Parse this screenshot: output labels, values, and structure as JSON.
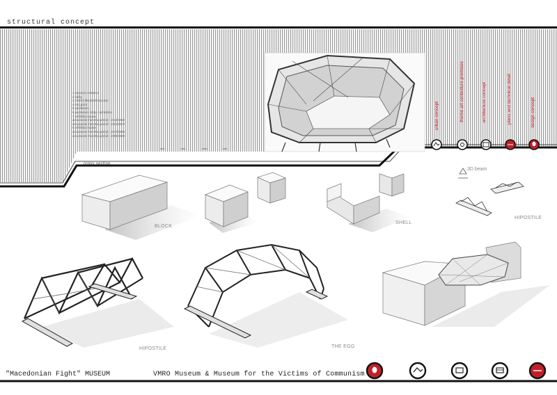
{
  "header": {
    "title": "structural concept"
  },
  "legend": {
    "items": [
      "1 museum entrance",
      "2 lobby",
      "3 VMRO MUSEUM access",
      "4 info point",
      "5 auditorium",
      "6 auditorium lobby / exhibition",
      "7 exhibition space",
      "documents from the period - 1944/1960",
      "documents from the period - 1961/1970",
      "8 exhibition space",
      "documents from the period - 1970/1985",
      "documents from the period - 1985/1990"
    ]
  },
  "section": {
    "label": "cross section"
  },
  "concepts": [
    {
      "label": "urban concept",
      "icon": "urban-icon",
      "filled": false
    },
    {
      "label": "theme art contexture premises",
      "icon": "theme-icon",
      "filled": false
    },
    {
      "label": "architecture concept",
      "icon": "architecture-icon",
      "filled": false
    },
    {
      "label": "plans and technical detail",
      "icon": "plans-icon",
      "filled": true
    },
    {
      "label": "design concept",
      "icon": "design-icon",
      "filled": true
    }
  ],
  "diagram_labels": {
    "block": "BLOCK",
    "shell": "SHELL",
    "hipostile_small": "HIPOSTILE",
    "beam": "3D beam",
    "hipostile_large": "HIPOSTILE",
    "egg": "THE EGG"
  },
  "footer": {
    "left": "\"Macedonian Fight\" MUSEUM",
    "right": "VMRO Museum & Museum for the Victims of Communism"
  },
  "colors": {
    "accent": "#c0202a",
    "ink": "#111111",
    "stripe": "#9a9a9a"
  }
}
